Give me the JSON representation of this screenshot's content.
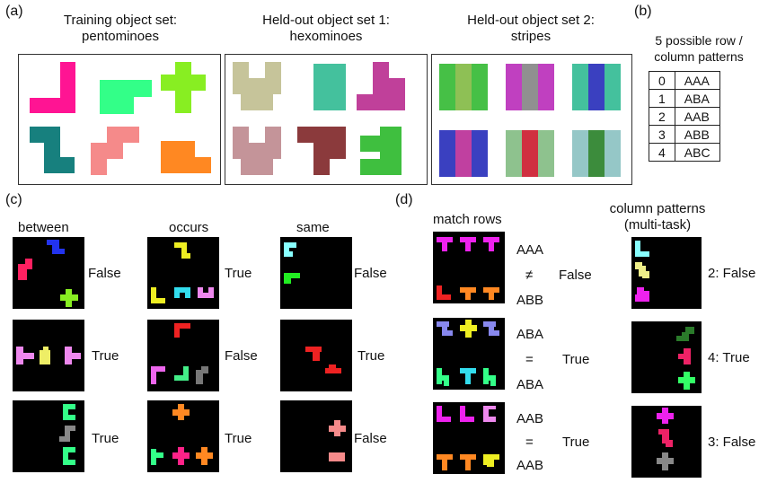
{
  "panels": {
    "a": "(a)",
    "b": "(b)",
    "c": "(c)",
    "d": "(d)"
  },
  "sets": [
    {
      "title_line1": "Training object set:",
      "title_line2": "pentominoes"
    },
    {
      "title_line1": "Held-out object set 1:",
      "title_line2": "hexominoes"
    },
    {
      "title_line1": "Held-out object set 2:",
      "title_line2": "stripes"
    }
  ],
  "patterns": {
    "title_line1": "5 possible row /",
    "title_line2": "column patterns",
    "rows": [
      {
        "id": "0",
        "pattern": "AAA"
      },
      {
        "id": "1",
        "pattern": "ABA"
      },
      {
        "id": "2",
        "pattern": "AAB"
      },
      {
        "id": "3",
        "pattern": "ABB"
      },
      {
        "id": "4",
        "pattern": "ABC"
      }
    ]
  },
  "tasks": {
    "between": {
      "title": "between",
      "answers": [
        "False",
        "True",
        "True"
      ]
    },
    "occurs": {
      "title": "occurs",
      "answers": [
        "True",
        "False",
        "True"
      ]
    },
    "same": {
      "title": "same",
      "answers": [
        "False",
        "True",
        "False"
      ]
    }
  },
  "match_rows": {
    "title": "match rows",
    "examples": [
      {
        "top": "AAA",
        "relation": "≠",
        "bottom": "ABB",
        "answer": "False"
      },
      {
        "top": "ABA",
        "relation": "=",
        "bottom": "ABA",
        "answer": "True"
      },
      {
        "top": "AAB",
        "relation": "=",
        "bottom": "AAB",
        "answer": "True"
      }
    ]
  },
  "column_patterns": {
    "title_line1": "column patterns",
    "title_line2": "(multi-task)",
    "answers": [
      "2: False",
      "4: True",
      "3: False"
    ]
  },
  "colors": {
    "magenta": "#ff1493",
    "mint": "#33ff88",
    "lime": "#88ee22",
    "teal": "#17807e",
    "salmon": "#f58a8a",
    "orange": "#ff8822",
    "khaki": "#c6c49a",
    "seafoam": "#44c19d",
    "plum": "#c0409a",
    "mauve": "#c49499",
    "maroon": "#8b3a3c",
    "green": "#3fbf3f"
  }
}
